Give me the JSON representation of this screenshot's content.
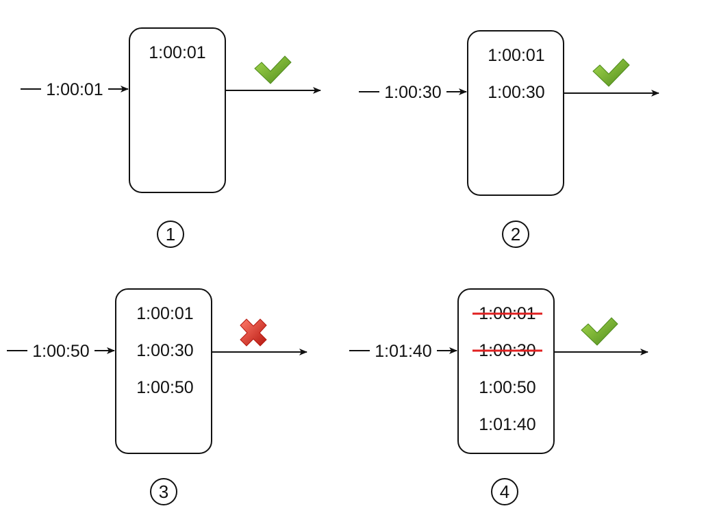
{
  "panels": [
    {
      "step": "1",
      "incoming": "1:00:01",
      "entries": [
        {
          "text": "1:00:01",
          "struck": false
        }
      ],
      "result": "accepted"
    },
    {
      "step": "2",
      "incoming": "1:00:30",
      "entries": [
        {
          "text": "1:00:01",
          "struck": false
        },
        {
          "text": "1:00:30",
          "struck": false
        }
      ],
      "result": "accepted"
    },
    {
      "step": "3",
      "incoming": "1:00:50",
      "entries": [
        {
          "text": "1:00:01",
          "struck": false
        },
        {
          "text": "1:00:30",
          "struck": false
        },
        {
          "text": "1:00:50",
          "struck": false
        }
      ],
      "result": "rejected"
    },
    {
      "step": "4",
      "incoming": "1:01:40",
      "entries": [
        {
          "text": "1:00:01",
          "struck": true
        },
        {
          "text": "1:00:30",
          "struck": true
        },
        {
          "text": "1:00:50",
          "struck": false
        },
        {
          "text": "1:01:40",
          "struck": false
        }
      ],
      "result": "accepted"
    }
  ],
  "colors": {
    "line": "#111111",
    "check_light": "#8cc63f",
    "check_dark": "#4e8a1c",
    "cross_light": "#f05a4a",
    "cross_dark": "#b5170f",
    "strike": "#e02020"
  }
}
